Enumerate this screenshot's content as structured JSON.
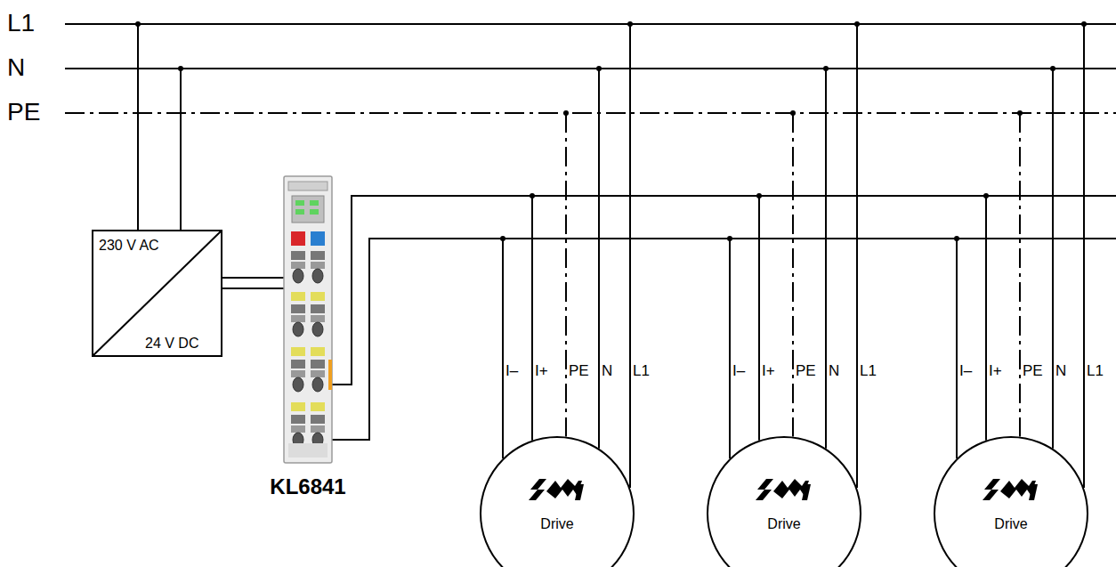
{
  "diagram": {
    "nodes": [
      {
        "text": [
          "230 V AC",
          "24 V DC"
        ]
      },
      {
        "text": [
          "KL6841"
        ]
      },
      {
        "text": [
          "Drive"
        ]
      },
      {
        "text": [
          "Drive"
        ]
      },
      {
        "text": [
          "Drive"
        ]
      }
    ],
    "edges": [
      {
        "from": 0,
        "to": 1,
        "arrow": "none"
      },
      {
        "from": 1,
        "to": 2,
        "arrow": "none"
      },
      {
        "from": 1,
        "to": 3,
        "arrow": "none"
      },
      {
        "from": 1,
        "to": 4,
        "arrow": "none"
      }
    ],
    "labels": [
      "L1",
      "N",
      "PE",
      "I–",
      "I+",
      "PE",
      "N",
      "L1",
      "I–",
      "I+",
      "PE",
      "N",
      "L1",
      "I–",
      "I+",
      "PE",
      "N",
      "L1"
    ]
  }
}
